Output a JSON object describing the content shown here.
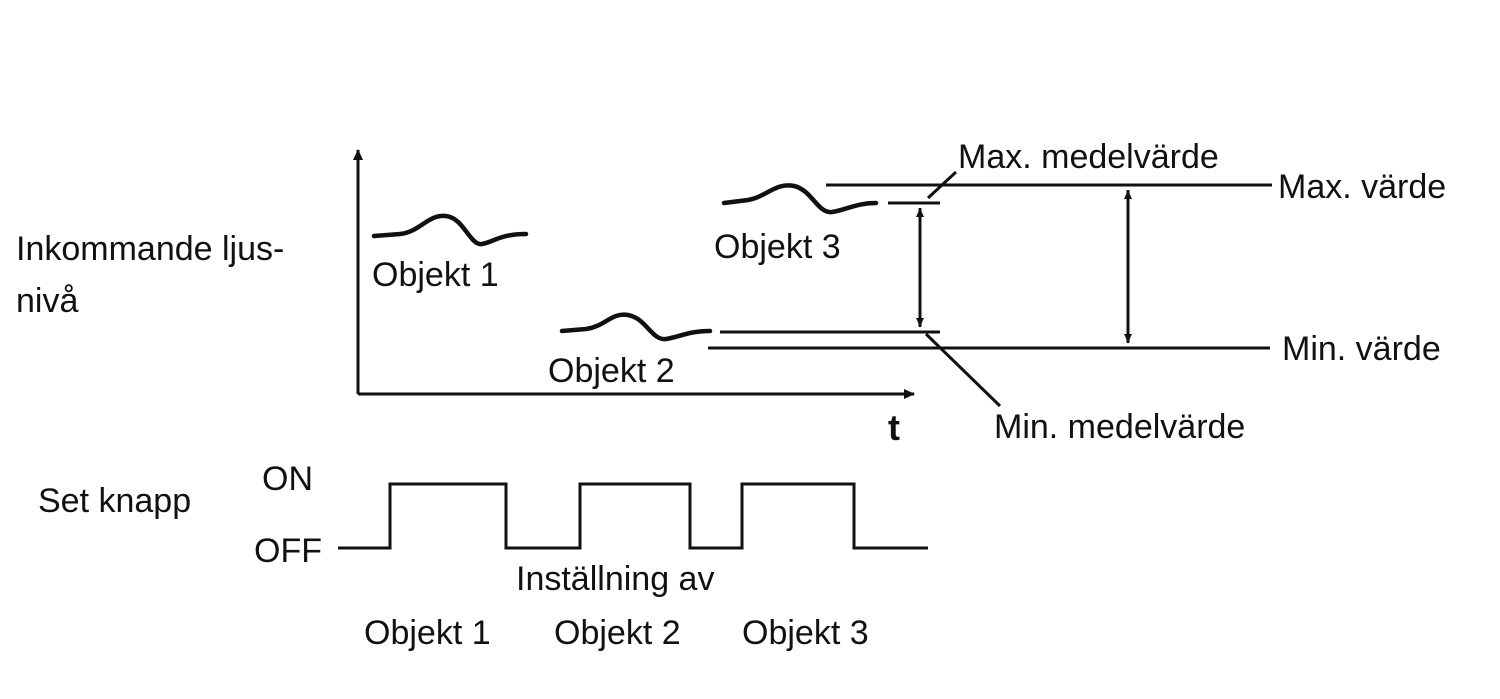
{
  "y_axis_label": [
    "Inkommande ljus-",
    "nivå"
  ],
  "x_axis_label": "t",
  "objects": {
    "o1": "Objekt 1",
    "o2": "Objekt 2",
    "o3": "Objekt 3"
  },
  "levels": {
    "max_mean": "Max. medelvärde",
    "max": "Max. värde",
    "min": "Min. värde",
    "min_mean": "Min. medelvärde"
  },
  "button": {
    "label": "Set knapp",
    "on": "ON",
    "off": "OFF",
    "setting_of": "Inställning av",
    "steps": [
      "Objekt 1",
      "Objekt 2",
      "Objekt 3"
    ]
  }
}
